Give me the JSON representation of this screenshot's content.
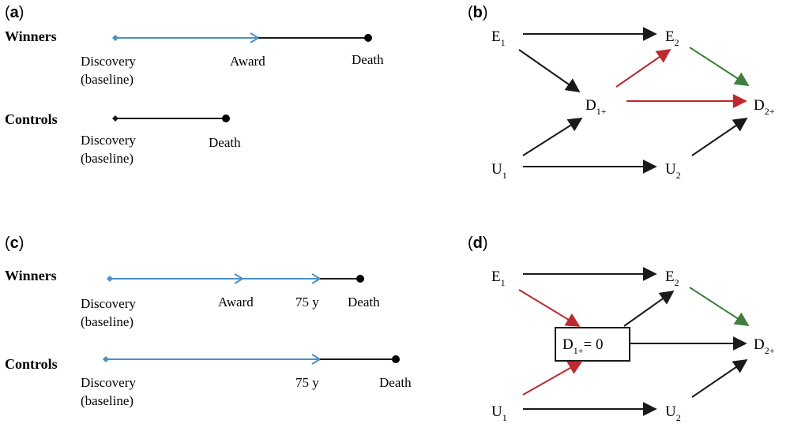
{
  "panels": {
    "a": {
      "open": "(",
      "letter": "a",
      "close": ")"
    },
    "b": {
      "open": "(",
      "letter": "b",
      "close": ")"
    },
    "c": {
      "open": "(",
      "letter": "c",
      "close": ")"
    },
    "d": {
      "open": "(",
      "letter": "d",
      "close": ")"
    }
  },
  "timeline_a": {
    "winners_label": "Winners",
    "controls_label": "Controls",
    "discovery_l1": "Discovery",
    "discovery_l2": "(baseline)",
    "award": "Award",
    "death": "Death"
  },
  "timeline_c": {
    "winners_label": "Winners",
    "controls_label": "Controls",
    "discovery_l1": "Discovery",
    "discovery_l2": "(baseline)",
    "award": "Award",
    "age": "75 y",
    "death": "Death"
  },
  "dag": {
    "E1": {
      "main": "E",
      "sub": "1"
    },
    "E2": {
      "main": "E",
      "sub": "2"
    },
    "D1": {
      "main": "D",
      "sub": "1+"
    },
    "D2": {
      "main": "D",
      "sub": "2+"
    },
    "U1": {
      "main": "U",
      "sub": "1"
    },
    "U2": {
      "main": "U",
      "sub": "2"
    },
    "D1_fixed": {
      "main": "D",
      "sub": "1+",
      "suffix": "= 0"
    }
  },
  "colors": {
    "blue": "#4a90c8",
    "black": "#1a1a1a",
    "red": "#c0282d",
    "green": "#3d7f3d"
  }
}
